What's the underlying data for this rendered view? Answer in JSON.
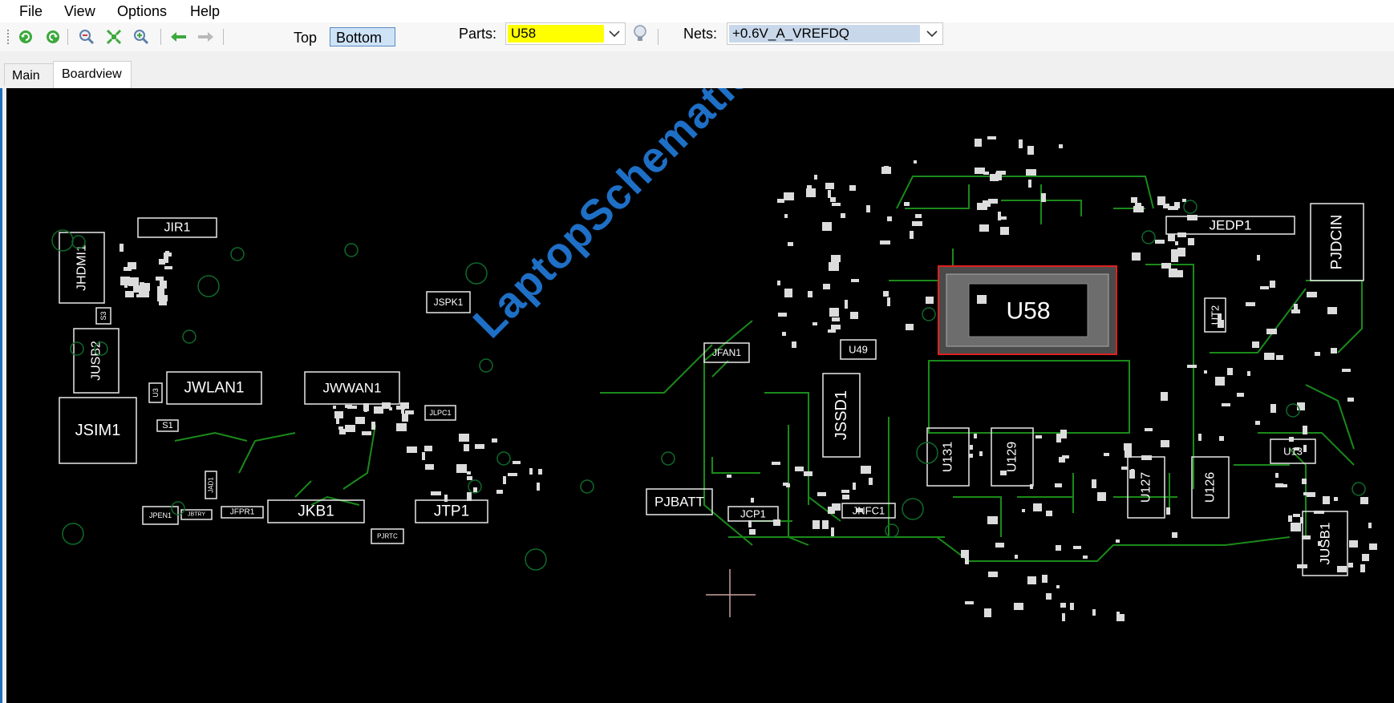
{
  "menu": {
    "file": "File",
    "view": "View",
    "options": "Options",
    "help": "Help"
  },
  "toolbar": {
    "icons": [
      "refresh-icon",
      "undo-icon",
      "zoom-out-icon",
      "fit-icon",
      "zoom-in-icon",
      "arrow-left-icon",
      "arrow-right-icon",
      "lightbulb-icon"
    ],
    "top_label": "Top",
    "bottom_label": "Bottom",
    "parts_label": "Parts:",
    "parts_value": "U58",
    "parts_highlight": "#ffff00",
    "nets_label": "Nets:",
    "nets_value": "+0.6V_A_VREFDQ",
    "nets_highlight": "#c8d8ea"
  },
  "tabs": {
    "main": "Main",
    "boardview": "Boardview"
  },
  "board": {
    "background": "#000000",
    "trace_color": "#1a8a1a",
    "highlight_color": "#e02020",
    "selected_part": "U58",
    "watermark": "LaptopSchematic.com",
    "parts": {
      "JIR1": "JIR1",
      "JHDMI1": "JHDMI1",
      "JUSB2": "JUSB2",
      "JSIM1": "JSIM1",
      "JWLAN1": "JWLAN1",
      "JWWAN1": "JWWAN1",
      "JSPK1": "JSPK1",
      "JLPC1": "JLPC1",
      "JKB1": "JKB1",
      "JTP1": "JTP1",
      "JFPR1": "JFPR1",
      "JPEN1": "JPEN1",
      "JBTRY": "JBTRY",
      "JAD1": "JAD1",
      "PJRTC": "PJRTC",
      "PJBATT": "PJBATT",
      "JFAN1": "JFAN1",
      "JCP1": "JCP1",
      "JNFC1": "JNFC1",
      "JSSD1": "JSSD1",
      "U49": "U49",
      "U58": "U58",
      "U131": "U131",
      "U129": "U129",
      "U127": "U127",
      "U126": "U126",
      "U13": "U13",
      "UT2": "UT2",
      "JEDP1": "JEDP1",
      "PJDCIN": "PJDCIN",
      "JUSB1": "JUSB1",
      "S1": "S1",
      "S3": "S3",
      "U3": "U3"
    }
  }
}
